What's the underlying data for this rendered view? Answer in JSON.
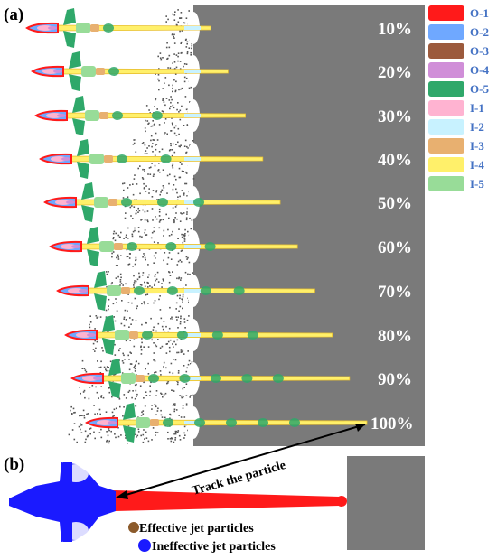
{
  "panels": {
    "a": {
      "label": "(a)",
      "rows": [
        {
          "percent": "10%",
          "progress": 0.1
        },
        {
          "percent": "20%",
          "progress": 0.2
        },
        {
          "percent": "30%",
          "progress": 0.3
        },
        {
          "percent": "40%",
          "progress": 0.4
        },
        {
          "percent": "50%",
          "progress": 0.5
        },
        {
          "percent": "60%",
          "progress": 0.6
        },
        {
          "percent": "70%",
          "progress": 0.7
        },
        {
          "percent": "80%",
          "progress": 0.8
        },
        {
          "percent": "90%",
          "progress": 0.9
        },
        {
          "percent": "100%",
          "progress": 1.0
        }
      ]
    },
    "b": {
      "label": "(b)",
      "annotation": "Track the particle",
      "legend": [
        {
          "label": "Effective jet particles",
          "color": "#8b5a2b"
        },
        {
          "label": "Ineffective jet particles",
          "color": "#1a1aff"
        }
      ]
    }
  },
  "legend": [
    {
      "label": "O-1",
      "color": "#ff1a1a"
    },
    {
      "label": "O-2",
      "color": "#6fa8ff"
    },
    {
      "label": "O-3",
      "color": "#9c5a3c"
    },
    {
      "label": "O-4",
      "color": "#d08ed8"
    },
    {
      "label": "O-5",
      "color": "#2fa86a"
    },
    {
      "label": "I-1",
      "color": "#ffb3d1"
    },
    {
      "label": "I-2",
      "color": "#c8f2ff"
    },
    {
      "label": "I-3",
      "color": "#e8b070"
    },
    {
      "label": "I-4",
      "color": "#fff06a"
    },
    {
      "label": "I-5",
      "color": "#98dc98"
    }
  ],
  "colors": {
    "target": "#7a7a7a",
    "jet_red": "#ff1a1a",
    "jet_blue": "#1a1aff",
    "arrow": "#000000"
  }
}
